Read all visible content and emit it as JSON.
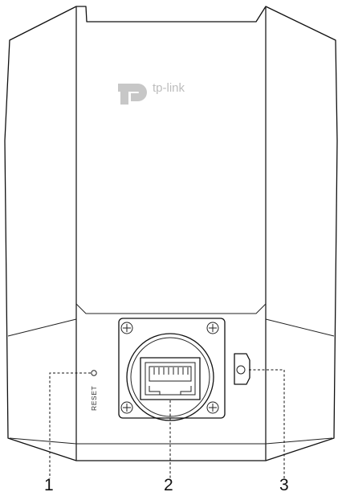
{
  "device": {
    "brand_logo": "tp-link",
    "reset_label": "RESET"
  },
  "callouts": [
    {
      "number": "1",
      "refers_to": "reset-button"
    },
    {
      "number": "2",
      "refers_to": "ethernet-port"
    },
    {
      "number": "3",
      "refers_to": "mounting-lock"
    }
  ]
}
